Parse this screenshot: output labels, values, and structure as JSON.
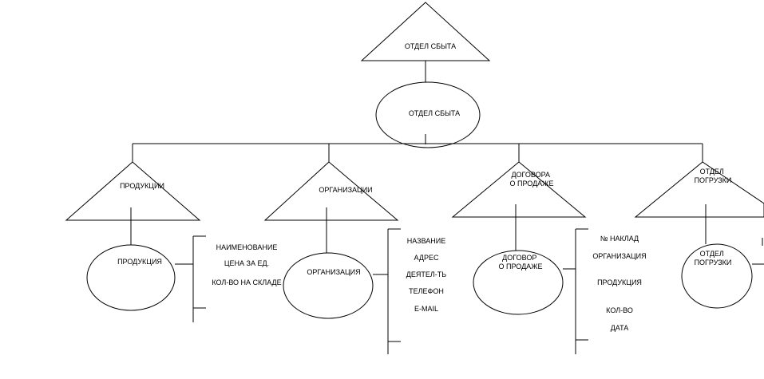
{
  "root": {
    "triangle_label": [
      "ОТДЕЛ СБЫТА"
    ],
    "ellipse_label": [
      "ОТДЕЛ СБЫТА"
    ]
  },
  "branches": [
    {
      "id": "products",
      "triangle_label": [
        "ПРОДУКЦИИ"
      ],
      "ellipse_label": [
        "ПРОДУКЦИЯ"
      ],
      "attributes": [
        "НАИМЕНОВАНИЕ",
        "ЦЕНА ЗА ЕД.",
        "КОЛ-ВО НА СКЛАДЕ"
      ]
    },
    {
      "id": "organizations",
      "triangle_label": [
        "ОРГАНИЗАЦИИ"
      ],
      "ellipse_label": [
        "ОРГАНИЗАЦИЯ"
      ],
      "attributes": [
        "НАЗВАНИЕ",
        "АДРЕС",
        "ДЕЯТЕЛ-ТЬ",
        "ТЕЛЕФОН",
        "E-MAIL"
      ]
    },
    {
      "id": "contracts",
      "triangle_label": [
        "ДОГОВОРА",
        "О ПРОДАЖЕ"
      ],
      "ellipse_label": [
        "ДОГОВОР",
        "О ПРОДАЖЕ"
      ],
      "attributes": [
        "№ НАКЛАД",
        "ОРГАНИЗАЦИЯ",
        "ПРОДУКЦИЯ",
        "КОЛ-ВО",
        "ДАТА"
      ]
    },
    {
      "id": "shipping",
      "triangle_label": [
        "ОТДЕЛ",
        "ПОГРУЗКИ"
      ],
      "ellipse_label": [
        "ОТДЕЛ",
        "ПОГРУЗКИ"
      ],
      "attributes": []
    }
  ]
}
